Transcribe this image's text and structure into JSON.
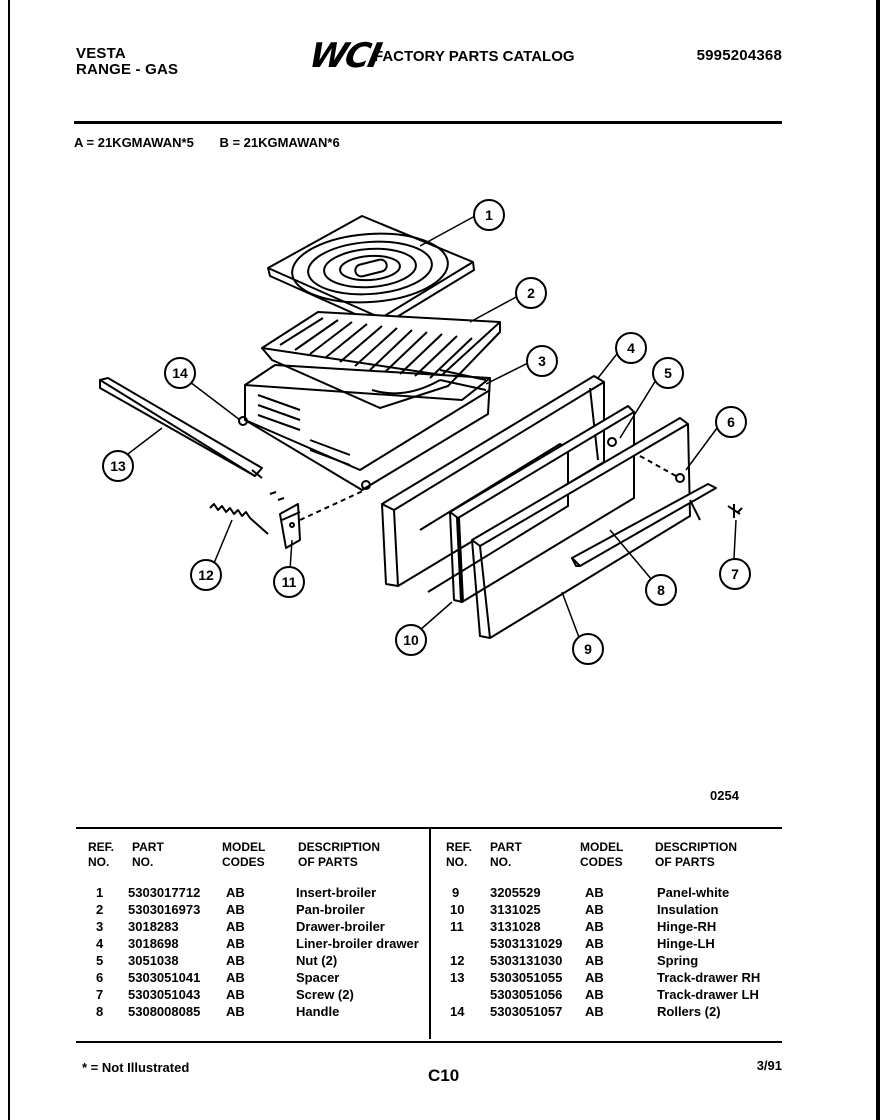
{
  "header": {
    "brand": "VESTA",
    "product": "RANGE - GAS",
    "logo": "WCI",
    "catalog_title": "FACTORY PARTS CATALOG",
    "catalog_number": "5995204368"
  },
  "models": {
    "a": "A = 21KGMAWAN*5",
    "b": "B = 21KGMAWAN*6"
  },
  "callouts": [
    "1",
    "2",
    "3",
    "4",
    "5",
    "6",
    "7",
    "8",
    "9",
    "10",
    "11",
    "12",
    "13",
    "14"
  ],
  "drawing_number": "0254",
  "table": {
    "headers": {
      "ref_1": "REF.",
      "ref_2": "NO.",
      "part_1": "PART",
      "part_2": "NO.",
      "model_1": "MODEL",
      "model_2": "CODES",
      "desc_1": "DESCRIPTION",
      "desc_2": "OF PARTS"
    },
    "left_rows": [
      {
        "ref": "1",
        "part": "5303017712",
        "code": "AB",
        "desc": "Insert-broiler"
      },
      {
        "ref": "2",
        "part": "5303016973",
        "code": "AB",
        "desc": "Pan-broiler"
      },
      {
        "ref": "3",
        "part": "3018283",
        "code": "AB",
        "desc": "Drawer-broiler"
      },
      {
        "ref": "4",
        "part": "3018698",
        "code": "AB",
        "desc": "Liner-broiler drawer"
      },
      {
        "ref": "5",
        "part": "3051038",
        "code": "AB",
        "desc": "Nut (2)"
      },
      {
        "ref": "6",
        "part": "5303051041",
        "code": "AB",
        "desc": "Spacer"
      },
      {
        "ref": "7",
        "part": "5303051043",
        "code": "AB",
        "desc": "Screw (2)"
      },
      {
        "ref": "8",
        "part": "5308008085",
        "code": "AB",
        "desc": "Handle"
      }
    ],
    "right_rows": [
      {
        "ref": "9",
        "part": "3205529",
        "code": "AB",
        "desc": "Panel-white"
      },
      {
        "ref": "10",
        "part": "3131025",
        "code": "AB",
        "desc": "Insulation"
      },
      {
        "ref": "11",
        "part": "3131028",
        "code": "AB",
        "desc": "Hinge-RH"
      },
      {
        "ref": "",
        "part": "5303131029",
        "code": "AB",
        "desc": "Hinge-LH"
      },
      {
        "ref": "12",
        "part": "5303131030",
        "code": "AB",
        "desc": "Spring"
      },
      {
        "ref": "13",
        "part": "5303051055",
        "code": "AB",
        "desc": "Track-drawer RH"
      },
      {
        "ref": "",
        "part": "5303051056",
        "code": "AB",
        "desc": "Track-drawer LH"
      },
      {
        "ref": "14",
        "part": "5303051057",
        "code": "AB",
        "desc": "Rollers (2)"
      }
    ]
  },
  "footer": {
    "note": "* = Not Illustrated",
    "page": "C10",
    "date": "3/91"
  }
}
